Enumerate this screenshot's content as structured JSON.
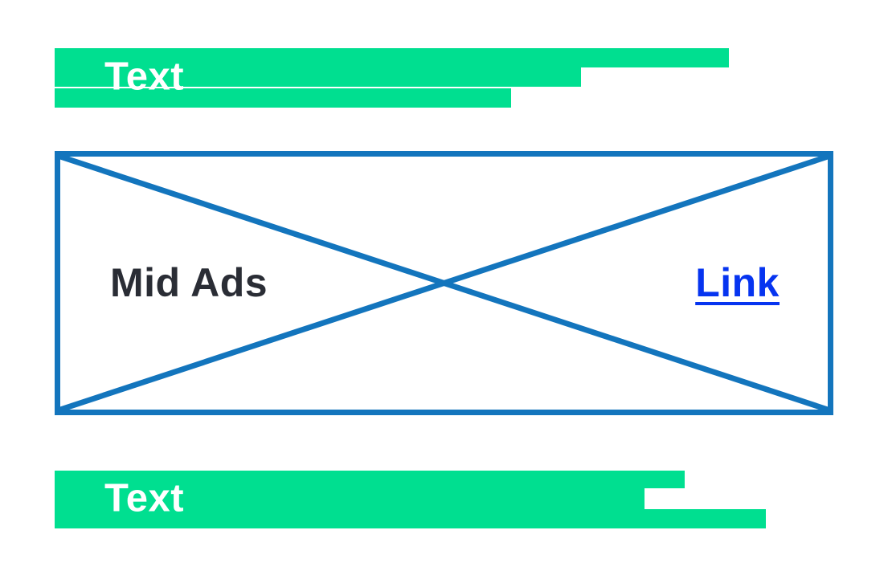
{
  "theme": {
    "green": "#00df90",
    "box-border": "#1375bd",
    "link-blue": "#0634f0",
    "text-dark": "#2a2d35",
    "text-on-green": "#ffffff",
    "background": "#ffffff"
  },
  "top_block": {
    "label": "Text"
  },
  "ad_box": {
    "title": "Mid Ads",
    "link_label": "Link",
    "placeholder_icon": "image-placeholder-cross-icon"
  },
  "bottom_block": {
    "label": "Text"
  }
}
